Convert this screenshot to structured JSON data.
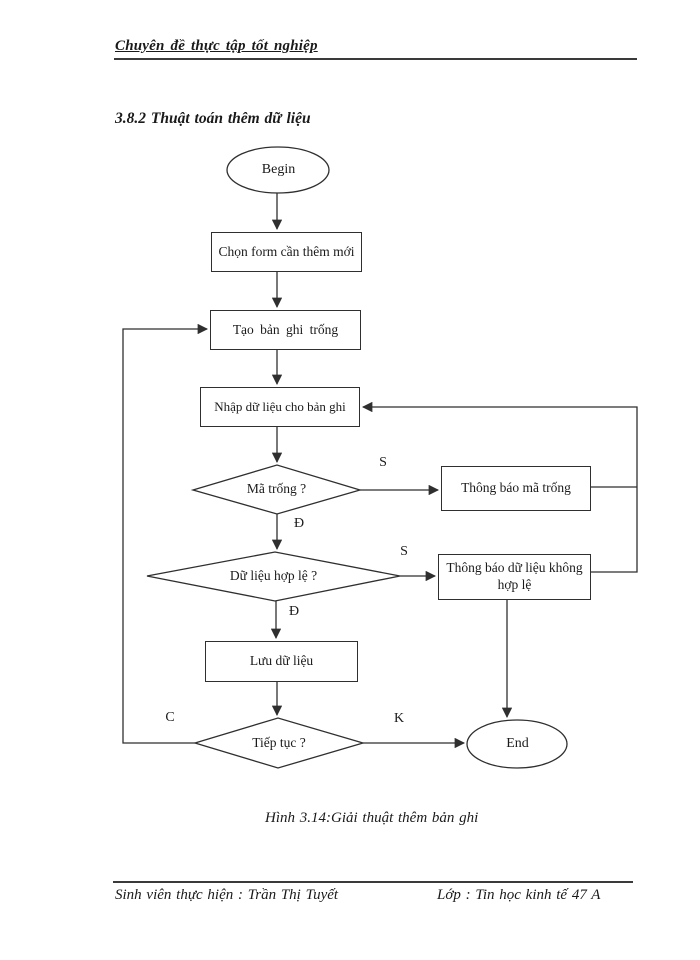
{
  "header": {
    "title": "Chuyên đề thực tập tốt nghiệp"
  },
  "section": {
    "title": "3.8.2 Thuật toán thêm dữ liệu"
  },
  "flowchart": {
    "begin": "Begin",
    "choose_form": "Chọn form cần thêm mới",
    "create_record": "Tạo bản ghi trống",
    "input_data": "Nhập dữ liệu cho bản ghi",
    "check_code_empty": "Mã trống ?",
    "notify_code_empty": "Thông báo mã trống",
    "check_data_valid": "Dữ liệu hợp lệ ?",
    "notify_data_invalid": "Thông báo dữ liệu không hợp lệ",
    "save_data": "Lưu dữ liệu",
    "ask_continue": "Tiếp tục ?",
    "end": "End",
    "labels": {
      "code_yes": "S",
      "code_no": "Đ",
      "valid_yes": "S",
      "valid_no": "Đ",
      "continue_yes": "C",
      "continue_no": "K"
    },
    "colors": {
      "ink": "#2f2f2f",
      "background": "#ffffff"
    }
  },
  "caption": "Hình 3.14:Giải thuật thêm bản ghi",
  "footer": {
    "student": "Sinh viên thực hiện : Trần Thị Tuyết",
    "class": "Lớp : Tin học kinh tế 47 A"
  }
}
